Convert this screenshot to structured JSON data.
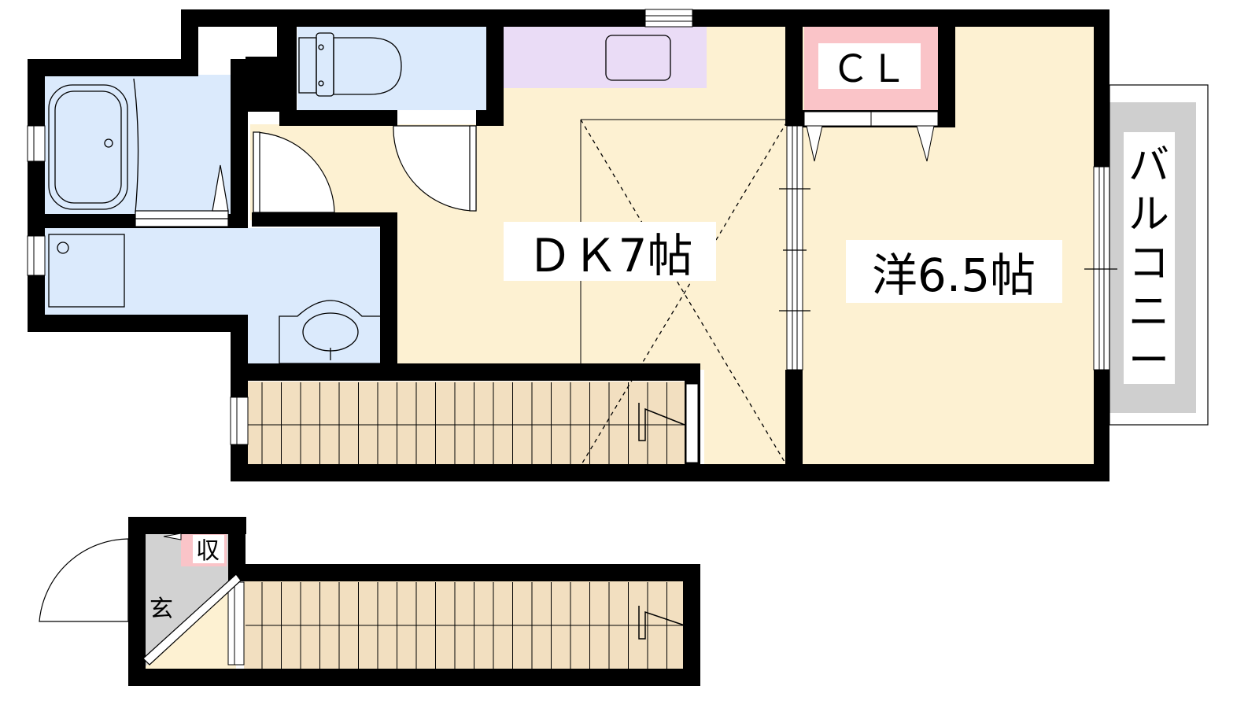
{
  "rooms": {
    "dk": {
      "label": "ＤＫ7帖"
    },
    "western": {
      "label": "洋6.5帖"
    },
    "closet": {
      "label": "ＣＬ"
    },
    "balcony": {
      "chars": [
        "バ",
        "ル",
        "コ",
        "ニ",
        "ー"
      ]
    },
    "storage": {
      "label": "収"
    },
    "entrance": {
      "label": "玄"
    }
  },
  "colors": {
    "wall": "#000000",
    "living_floor": "#fdf1d2",
    "wet_area": "#dbeafc",
    "kitchen": "#eadcf6",
    "closet": "#fac4c8",
    "stairs": "#f2dfc0",
    "balcony": "#cfcfcf",
    "entrance": "#d2d2d2"
  },
  "icons": [
    "bathtub-icon",
    "toilet-icon",
    "washbasin-icon",
    "washing-machine-pan-icon",
    "sink-icon",
    "stair-arrow-icon"
  ]
}
